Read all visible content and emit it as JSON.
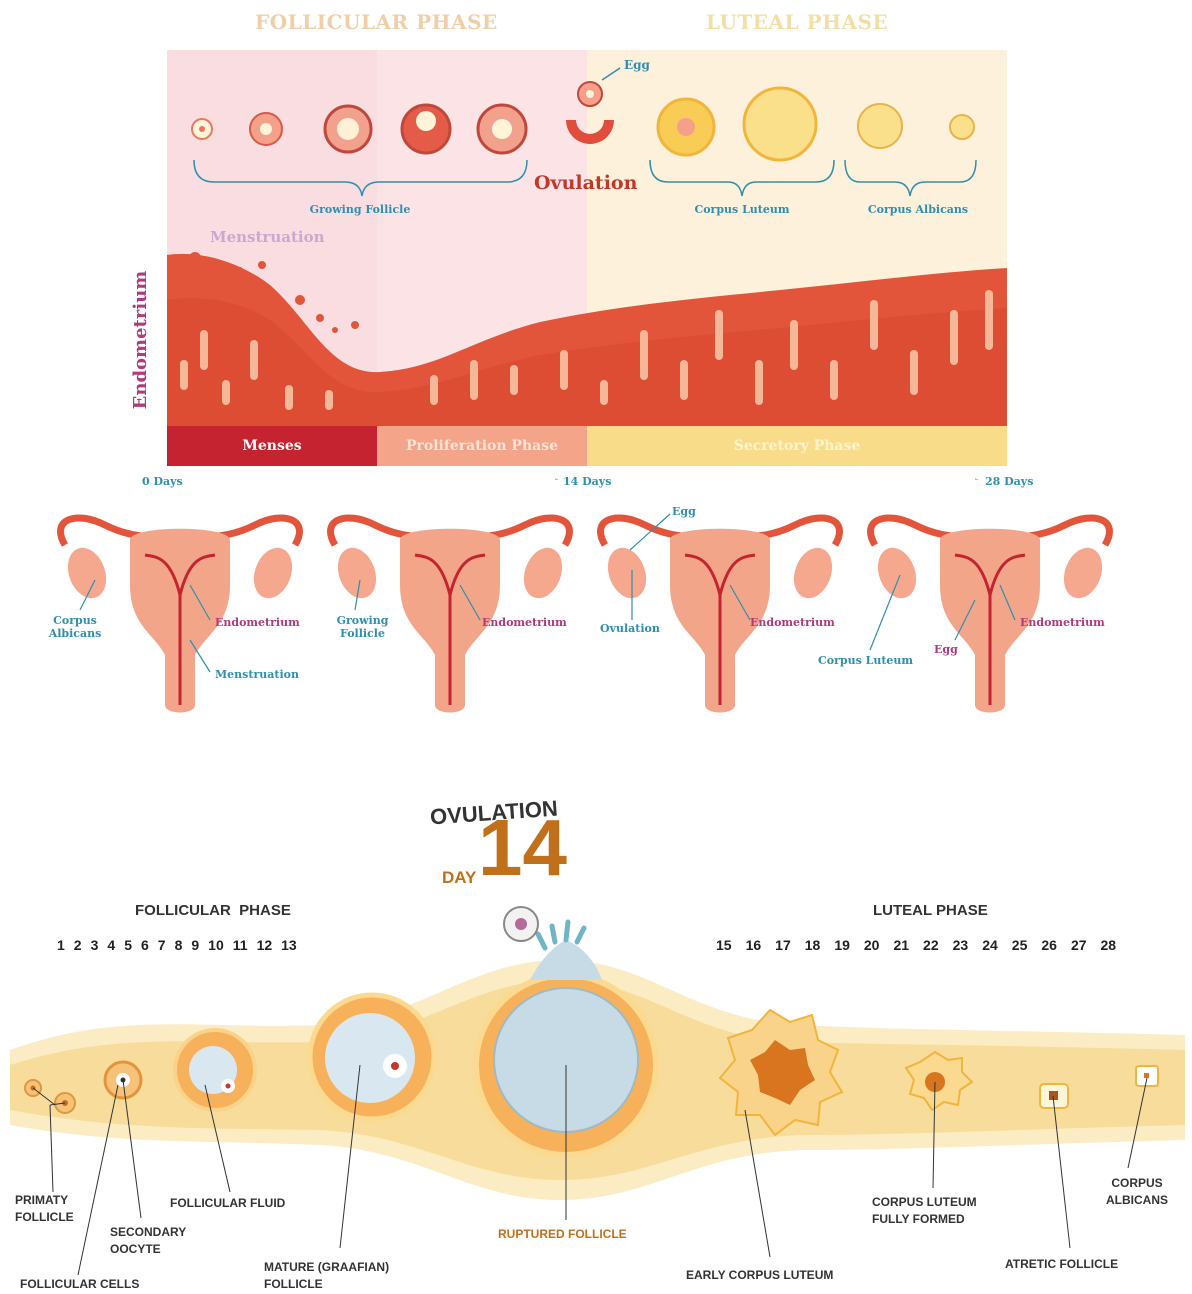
{
  "top_diagram": {
    "follicular_phase_title": "FOLLICULAR PHASE",
    "luteal_phase_title": "LUTEAL PHASE",
    "egg_label": "Egg",
    "ovulation_label": "Ovulation",
    "growing_follicle_label": "Growing Follicle",
    "corpus_luteum_label": "Corpus Luteum",
    "corpus_albicans_label": "Corpus Albicans",
    "menstruation_label": "Menstruation",
    "endometrium_axis_label": "Endometrium",
    "bands": [
      "Menses",
      "Proliferation Phase",
      "Secretory Phase"
    ],
    "timeline": [
      "0 Days",
      "14 Days",
      "28 Days"
    ]
  },
  "uterus_panels": [
    {
      "left_label": "Corpus Albicans",
      "right_label": "Endometrium",
      "bottom_label": "Menstruation"
    },
    {
      "left_label": "Growing Follicle",
      "right_label": "Endometrium"
    },
    {
      "top_label": "Egg",
      "left_label": "Ovulation",
      "right_label": "Endometrium"
    },
    {
      "left_label": "Corpus Luteum",
      "mid_label": "Egg",
      "right_label": "Endometrium"
    }
  ],
  "bottom_diagram": {
    "ovulation_title": "OVULATION",
    "day_label": "DAY",
    "day_number": "14",
    "follicular_phase": "FOLLICULAR  PHASE",
    "luteal_phase": "LUTEAL PHASE",
    "follicular_days": [
      "1",
      "2",
      "3",
      "4",
      "5",
      "6",
      "7",
      "8",
      "9",
      "10",
      "11",
      "12",
      "13"
    ],
    "luteal_days": [
      "15",
      "16",
      "17",
      "18",
      "19",
      "20",
      "21",
      "22",
      "23",
      "24",
      "25",
      "26",
      "27",
      "28"
    ],
    "labels": {
      "primary_follicle": "PRIMATY FOLLICLE",
      "follicular_cells": "FOLLICULAR CELLS",
      "secondary_oocyte": "SECONDARY OOCYTE",
      "follicular_fluid": "FOLLICULAR FLUID",
      "mature_follicle": "MATURE (GRAAFIAN) FOLLICLE",
      "ruptured_follicle": "RUPTURED FOLLICLE",
      "early_corpus_luteum": "EARLY CORPUS LUTEUM",
      "corpus_luteum_full": "CORPUS LUTEUM FULLY FORMED",
      "atretic_follicle": "ATRETIC FOLLICLE",
      "corpus_albicans": "CORPUS ALBICANS"
    }
  },
  "colors": {
    "follicular_bg": "#fbe3e6",
    "luteal_bg": "#fdf1dc",
    "endometrium": "#e2553a",
    "menses": "#c4232f",
    "proliferation": "#f4a488",
    "secretory": "#f9dc8a",
    "label_blue": "#2f8fae",
    "label_pink": "#b13a7c",
    "bottom_orange": "#c0701a"
  }
}
